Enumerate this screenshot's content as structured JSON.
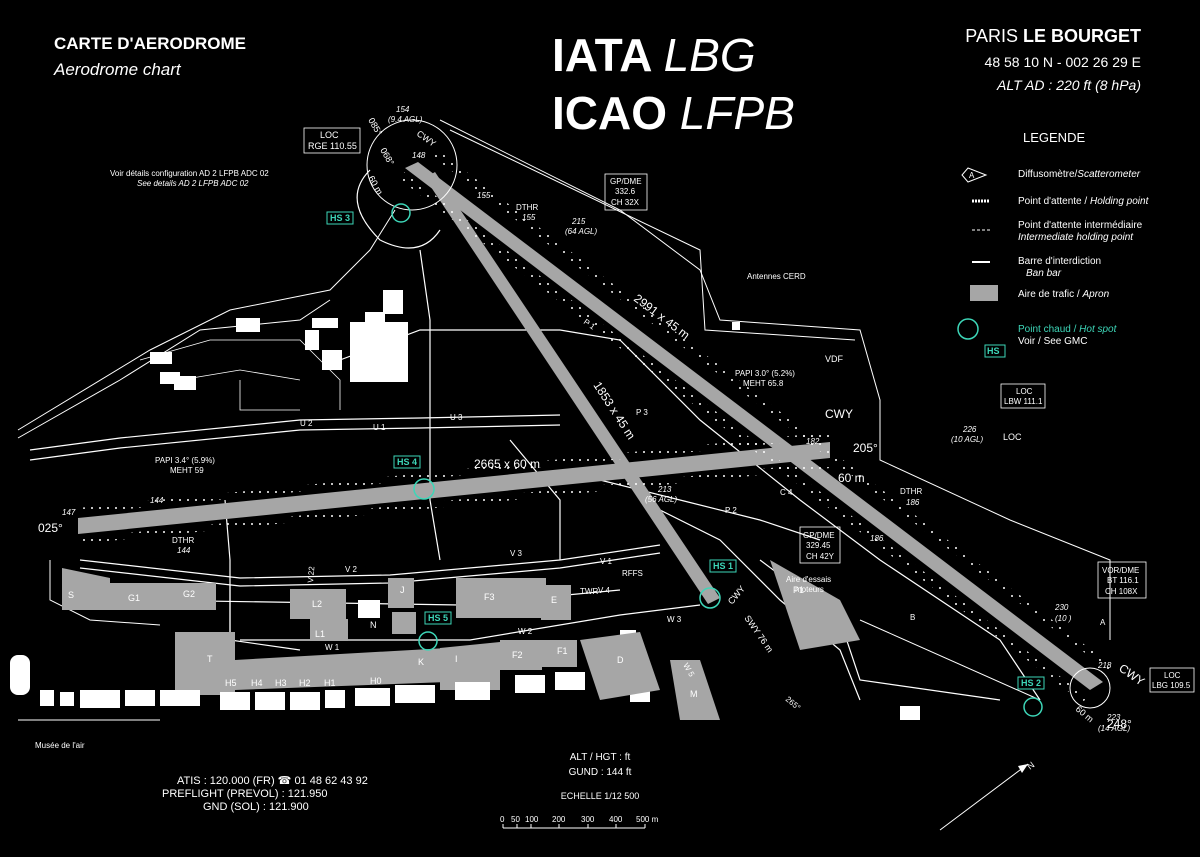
{
  "header": {
    "carte": "CARTE D'AERODROME",
    "chart": "Aerodrome chart",
    "iata_prefix": "IATA",
    "iata_code": "LBG",
    "icao_prefix": "ICAO",
    "icao_code": "LFPB",
    "paris": "PARIS",
    "lebourget": "LE BOURGET",
    "coordinates": "48 58 10 N - 002 26 29 E",
    "alt_ad": "ALT AD : 220 ft (8 hPa)"
  },
  "legend": {
    "title": "LEGENDE",
    "items": [
      {
        "fr": "Diffusomètre/",
        "en": "Scatterometer",
        "icon": "scatterometer-icon"
      },
      {
        "fr": "Point d'attente / ",
        "en": "Holding point",
        "icon": "holding-point-icon"
      },
      {
        "fr": "Point d'attente intermédiaire",
        "en": "Intermediate holding point",
        "icon": "intermediate-holding-icon"
      },
      {
        "fr": "Barre d'interdiction",
        "en": "Ban bar",
        "icon": "ban-bar-icon"
      },
      {
        "fr": "Aire de trafic / ",
        "en": "Apron",
        "icon": "apron-icon"
      },
      {
        "fr": "Point chaud / ",
        "en": "Hot spot",
        "icon": "hot-spot-icon",
        "extra": "Voir / See GMC",
        "hs": "HS"
      }
    ]
  },
  "runways": {
    "rwy_0725": "2665 x 60 m",
    "rwy_0321": "2991 x 45 m",
    "rwy_0927": "1853 x 45 m",
    "qfu_025": "025°",
    "qfu_205": "205°",
    "qfu_248": "248°",
    "qfu_068": "068°",
    "qfu_085": "085°"
  },
  "navaids": {
    "loc_rge": [
      "LOC",
      "RGE 110.55"
    ],
    "gp_dme_1": [
      "GP/DME",
      "332.6",
      "CH 32X"
    ],
    "gp_dme_2": [
      "GP/DME",
      "329.45",
      "CH 42Y"
    ],
    "loc_lbw": [
      "LOC",
      "LBW 111.1"
    ],
    "vor_dme": [
      "VOR/DME",
      "BT 116.1",
      "CH 108X"
    ],
    "loc_lbg": [
      "LOC",
      "LBG 109.5"
    ],
    "papi_1": [
      "PAPI 3.0° (5.2%)",
      "MEHT 65.8"
    ],
    "papi_2": [
      "PAPI 3.4° (5.9%)",
      "MEHT 59"
    ],
    "vdf": "VDF",
    "loc": "LOC",
    "antennes": "Antennes CERD",
    "rffs": "RFFS",
    "twr": "TWR",
    "aire_essais": [
      "Aire d'essais",
      "moteurs"
    ],
    "musee": "Musée de l'air",
    "voir_details": "Voir détails configuration AD 2 LFPB ADC 02",
    "see_details": "See details AD 2 LFPB ADC 02"
  },
  "hotspots": [
    "HS 1",
    "HS 2",
    "HS 3",
    "HS 4",
    "HS 5"
  ],
  "elevations": {
    "e154": "154",
    "e154b": "(9.4 AGL)",
    "e148": "148",
    "e155": "155",
    "dthr_155": "DTHR",
    "dthr_155v": "155",
    "e215": "215",
    "e215b": "(64 AGL)",
    "e213": "213",
    "e213b": "(56 AGL)",
    "e182": "182",
    "e186": "186",
    "dthr_186": "DTHR",
    "dthr_186v": "186",
    "e147": "147",
    "e144": "144",
    "dthr_144": "DTHR",
    "dthr_144v": "144",
    "e226": "226",
    "e226b": "(10 AGL)",
    "e230": "230",
    "e230b": "(10 )",
    "e218": "218",
    "e223": "223",
    "e223b": "(14 AGL)",
    "cwy": "CWY",
    "m60": "60 m",
    "swy": "SWY 76 m",
    "e265": "265°"
  },
  "aprons": [
    "S",
    "G1",
    "G2",
    "L2",
    "J",
    "F3",
    "E",
    "T",
    "L1",
    "N",
    "K",
    "I",
    "F2",
    "F1",
    "D",
    "M",
    "P1",
    "H5",
    "H4",
    "H3",
    "H2",
    "H1",
    "H0"
  ],
  "taxiways": [
    "U 1",
    "U 2",
    "U 3",
    "V 1",
    "V 2",
    "V 3",
    "V 4",
    "V 22",
    "W 1",
    "W 2",
    "W 3",
    "W 5",
    "P 1",
    "P 2",
    "P 3",
    "C 4",
    "B",
    "A"
  ],
  "footer": {
    "atis": "ATIS : 120.000 (FR)",
    "phone": "01 48 62 43 92",
    "preflight": "PREFLIGHT (PREVOL) : 121.950",
    "gnd": "GND (SOL) : 121.900",
    "alt_hgt": "ALT / HGT : ft",
    "gund": "GUND : 144 ft",
    "echelle": "ECHELLE 1/12 500",
    "scale_ticks": [
      "0",
      "50",
      "100",
      "200",
      "300",
      "400",
      "500 m"
    ],
    "north": "N"
  }
}
